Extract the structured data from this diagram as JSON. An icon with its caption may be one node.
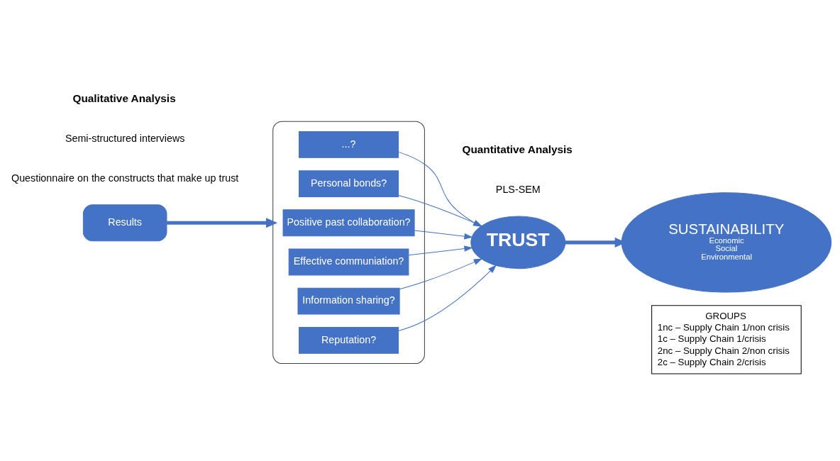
{
  "diagram": {
    "nodes": [
      {
        "text": [],
        "shape": "ellipse"
      },
      {
        "text": [
          "Reputation?"
        ],
        "in": 0
      },
      {
        "text": [
          "Information sharing?"
        ],
        "in": 0
      },
      {
        "text": [
          "Effective communiation?"
        ],
        "in": 0
      },
      {
        "text": [
          "Positive past collaboration?"
        ],
        "in": 0
      },
      {
        "text": [
          "Personal bonds?"
        ],
        "in": 0
      },
      {
        "text": [
          "...?"
        ],
        "in": 0
      },
      {
        "text": [
          "TRUST"
        ]
      },
      {
        "text": [
          "SUSTAINABILITY",
          "Economic",
          "Social",
          "Environmental"
        ]
      },
      {
        "text": [
          "Results"
        ]
      },
      {
        "text": [
          "GROUPS",
          "1nc – Supply Chain 1/non crisis",
          "1c – Supply Chain 1/crisis",
          "2nc – Supply Chain 2/non crisis",
          "2c – Supply Chain 2/crisis"
        ]
      }
    ],
    "edges": [
      {
        "from": 1,
        "to": 7,
        "arrow": "to"
      },
      {
        "from": 2,
        "to": 7,
        "arrow": "to"
      },
      {
        "from": 3,
        "to": 7,
        "arrow": "to"
      },
      {
        "from": 4,
        "to": 7,
        "arrow": "to"
      },
      {
        "from": 5,
        "to": 7,
        "arrow": "to"
      },
      {
        "from": 6,
        "to": 7,
        "arrow": "to"
      },
      {
        "from": 7,
        "to": 8,
        "arrow": "to",
        "style": "thick"
      },
      {
        "from": 9,
        "to": 0,
        "arrow": "to",
        "style": "thick"
      }
    ],
    "labels": [
      "Qualitative Analysis",
      "Quantitative Analysis",
      "PLS-SEM",
      "Semi-structured interviews",
      "Questionnaire on the constructs that make up trust"
    ]
  }
}
